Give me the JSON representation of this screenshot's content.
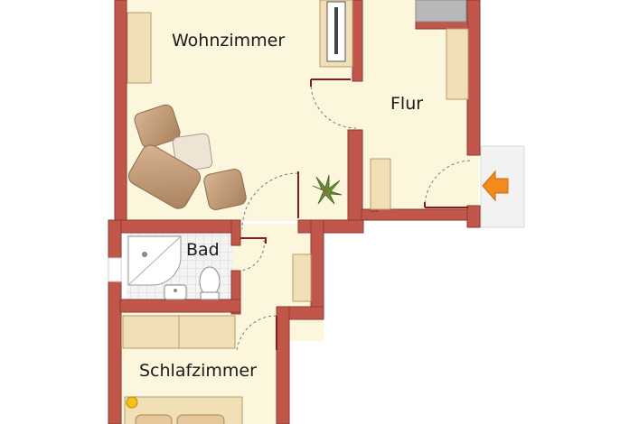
{
  "rooms": {
    "living": "Wohnzimmer",
    "hall": "Flur",
    "bath": "Bad",
    "bedroom": "Schlafzimmer"
  },
  "entrance_icon": "arrow-left-icon",
  "colors": {
    "wall": "#c0574a",
    "wall_edge": "#8a3a31",
    "floor": "#fbf6dc",
    "furniture": "#f1dfb5",
    "sofa": "#c9a27f",
    "tile": "#e9e9e9",
    "entrance_arrow": "#f28a1c"
  }
}
